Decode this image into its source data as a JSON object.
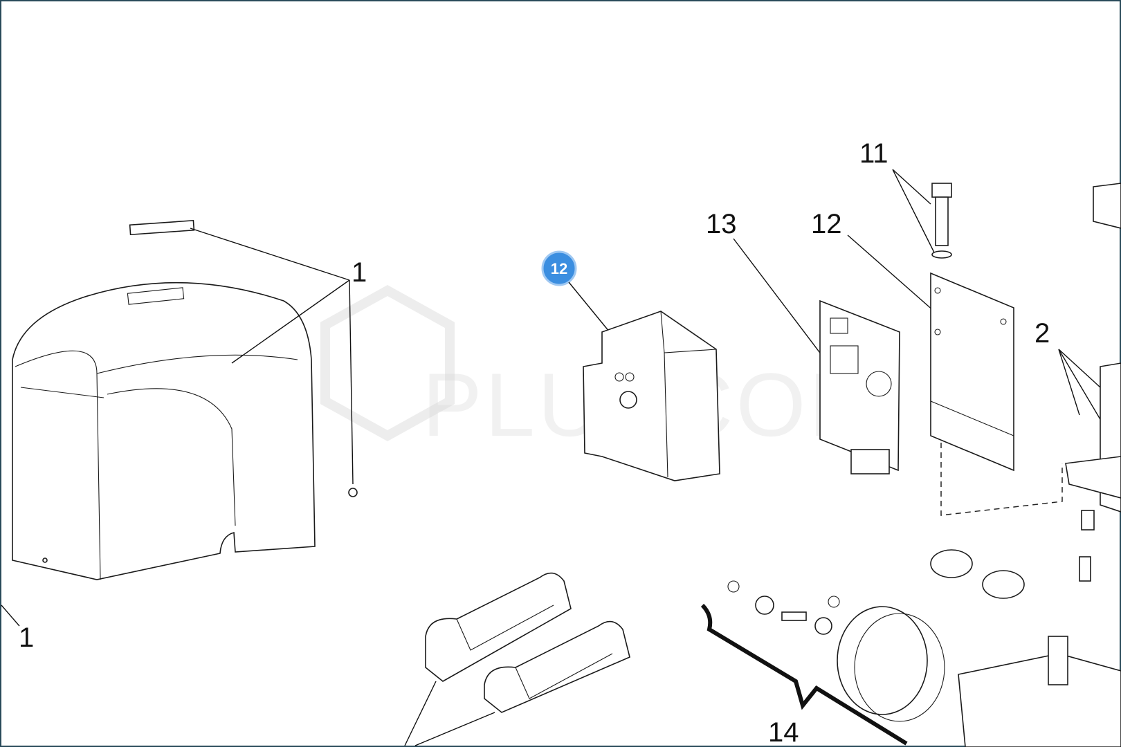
{
  "diagram": {
    "callouts": {
      "c1_top": "1",
      "c1_bottom": "1",
      "c2": "2",
      "c11": "11",
      "c12": "12",
      "c13": "13",
      "c14": "14"
    },
    "badge": {
      "label": "12",
      "color": "#3b8ee0"
    },
    "watermark": "PLUSCOM"
  }
}
